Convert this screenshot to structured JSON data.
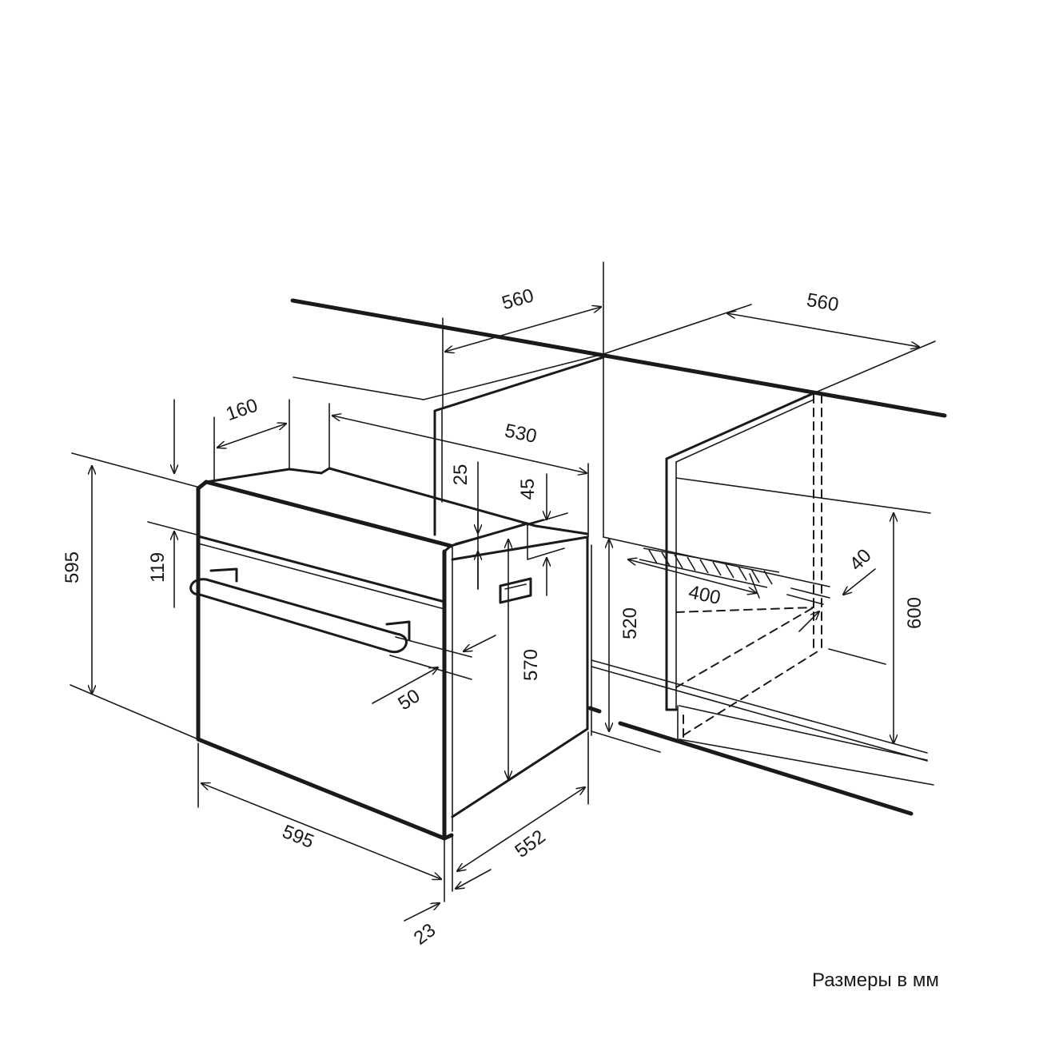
{
  "dimensions": {
    "niche_depth_left": "560",
    "niche_depth_right": "560",
    "top_back_offset": "160",
    "top_depth": "530",
    "top_gap_25": "25",
    "top_gap_45": "45",
    "panel_height": "119",
    "oven_height": "595",
    "handle_offset": "50",
    "body_height": "570",
    "niche_inner_height": "520",
    "niche_height": "600",
    "vent_length": "400",
    "vent_depth": "40",
    "oven_width": "595",
    "body_depth": "552",
    "front_thickness": "23"
  },
  "note": "Размеры в мм"
}
